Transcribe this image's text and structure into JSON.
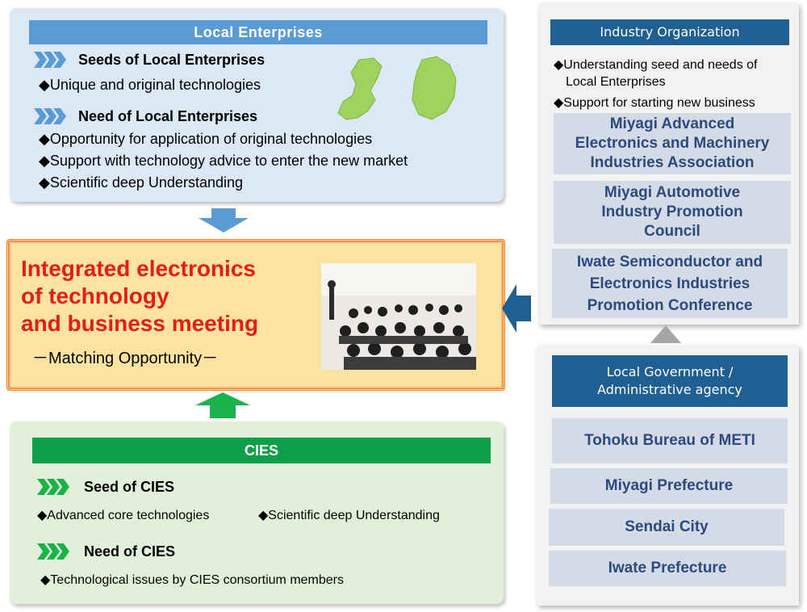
{
  "local_enterprises": {
    "title": "Local Enterprises",
    "seeds_heading": "Seeds of Local Enterprises",
    "seeds_items": [
      "◆Unique and original technologies"
    ],
    "needs_heading": "Need of Local Enterprises",
    "needs_items": [
      "◆Opportunity for application of original technologies",
      "◆Support with technology advice to enter the new market",
      "◆Scientific deep Understanding"
    ]
  },
  "meeting": {
    "title_lines": [
      "Integrated electronics",
      "of technology",
      "and business meeting"
    ],
    "subtitle": "－Matching Opportunity－"
  },
  "cies": {
    "title": "CIES",
    "seed_heading": "Seed of CIES",
    "seed_items": [
      "◆Advanced core technologies",
      "◆Scientific deep Understanding"
    ],
    "need_heading": "Need of CIES",
    "need_items": [
      "◆Technological issues by CIES consortium members"
    ]
  },
  "industry_organization": {
    "title": "Industry Organization",
    "bullets": [
      "◆Understanding seed and needs of",
      "Local Enterprises",
      "◆Support for starting new business"
    ],
    "orgs": [
      [
        "Miyagi Advanced",
        "Electronics and Machinery",
        "Industries Association"
      ],
      [
        "Miyagi Automotive",
        "Industry Promotion",
        "Council"
      ],
      [
        "Iwate Semiconductor and",
        "Electronics Industries",
        "Promotion Conference"
      ]
    ]
  },
  "local_government": {
    "title_lines": [
      "Local Government /",
      "Administrative agency"
    ],
    "agencies": [
      "Tohoku Bureau  of  METI",
      "Miyagi  Prefecture",
      "Sendai  City",
      "Iwate  Prefecture"
    ]
  },
  "colors": {
    "blue_bar": "#5b9bd5",
    "green_bar": "#0f9f48",
    "navy": "#1f5f91",
    "meeting_red": "#e51c1c",
    "map_green": "#9fd35f"
  }
}
